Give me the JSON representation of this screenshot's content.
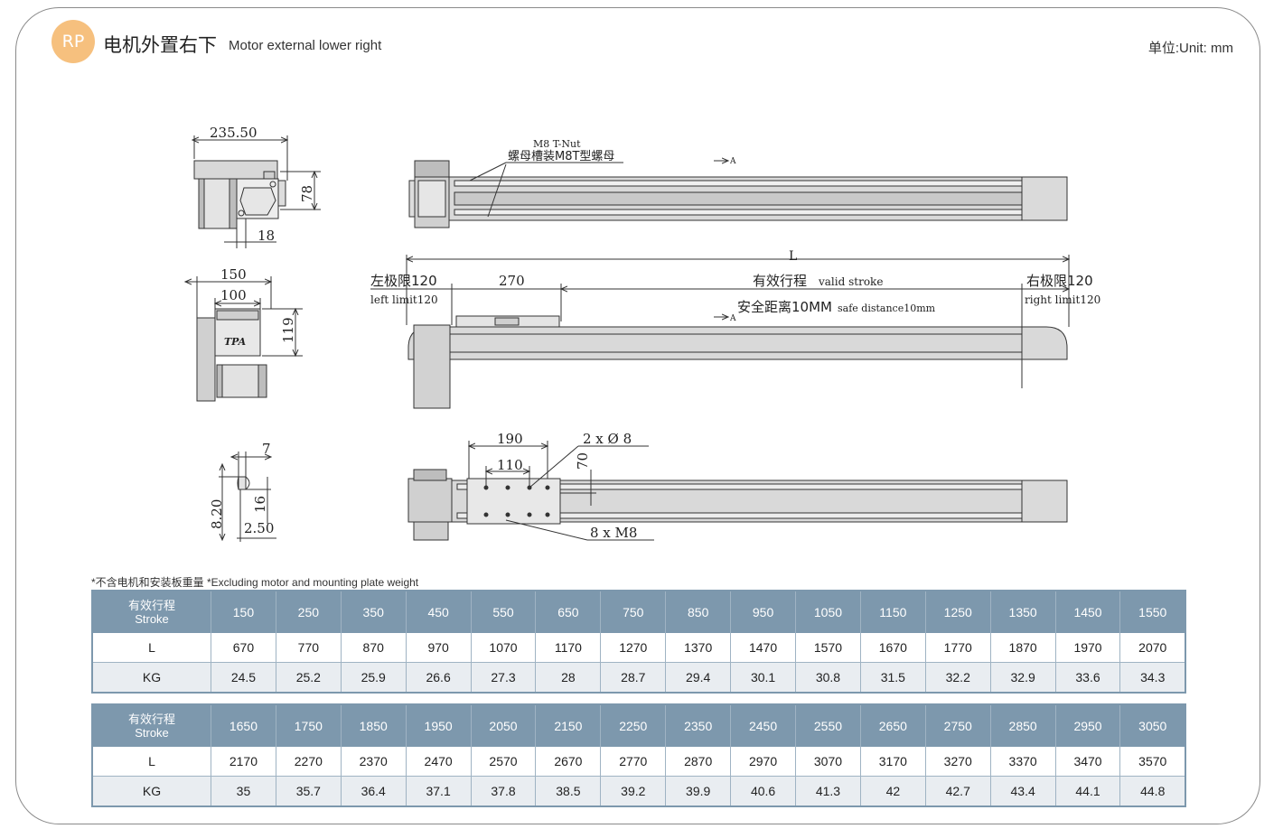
{
  "header": {
    "badge": "RP",
    "title_cn": "电机外置右下",
    "title_en": "Motor external lower right",
    "unit": "单位:Unit: mm"
  },
  "drawing": {
    "dim_235_50": "235.50",
    "dim_78": "78",
    "dim_18": "18",
    "dim_150": "150",
    "dim_100": "100",
    "dim_119": "119",
    "logo_text": "TPA",
    "dim_7": "7",
    "dim_8_20": "8.20",
    "dim_16": "16",
    "dim_2_50": "2.50",
    "tnut_label": "M8 T-Nut",
    "tnut_label_cn": "螺母槽装M8T型螺母",
    "section_a": "A",
    "dim_L": "L",
    "left_limit_cn": "左极限120",
    "left_limit_en": "left limit120",
    "dim_270": "270",
    "stroke_cn": "有效行程",
    "stroke_en": "valid stroke",
    "right_limit_cn": "右极限120",
    "right_limit_en": "right limit120",
    "safe_cn": "安全距离10MM",
    "safe_en": "safe distance10mm",
    "dim_190": "190",
    "dim_110": "110",
    "holes_label": "2 x Ø 8",
    "dim_70": "70",
    "screws_label": "8 x M8"
  },
  "note": "*不含电机和安装板重量  *Excluding motor and mounting plate weight",
  "tables": [
    {
      "header_cn": "有效行程",
      "header_en": "Stroke",
      "strokes": [
        "150",
        "250",
        "350",
        "450",
        "550",
        "650",
        "750",
        "850",
        "950",
        "1050",
        "1150",
        "1250",
        "1350",
        "1450",
        "1550"
      ],
      "L_label": "L",
      "L": [
        "670",
        "770",
        "870",
        "970",
        "1070",
        "1170",
        "1270",
        "1370",
        "1470",
        "1570",
        "1670",
        "1770",
        "1870",
        "1970",
        "2070"
      ],
      "KG_label": "KG",
      "KG": [
        "24.5",
        "25.2",
        "25.9",
        "26.6",
        "27.3",
        "28",
        "28.7",
        "29.4",
        "30.1",
        "30.8",
        "31.5",
        "32.2",
        "32.9",
        "33.6",
        "34.3"
      ]
    },
    {
      "header_cn": "有效行程",
      "header_en": "Stroke",
      "strokes": [
        "1650",
        "1750",
        "1850",
        "1950",
        "2050",
        "2150",
        "2250",
        "2350",
        "2450",
        "2550",
        "2650",
        "2750",
        "2850",
        "2950",
        "3050"
      ],
      "L_label": "L",
      "L": [
        "2170",
        "2270",
        "2370",
        "2470",
        "2570",
        "2670",
        "2770",
        "2870",
        "2970",
        "3070",
        "3170",
        "3270",
        "3370",
        "3470",
        "3570"
      ],
      "KG_label": "KG",
      "KG": [
        "35",
        "35.7",
        "36.4",
        "37.1",
        "37.8",
        "38.5",
        "39.2",
        "39.9",
        "40.6",
        "41.3",
        "42",
        "42.7",
        "43.4",
        "44.1",
        "44.8"
      ]
    }
  ]
}
